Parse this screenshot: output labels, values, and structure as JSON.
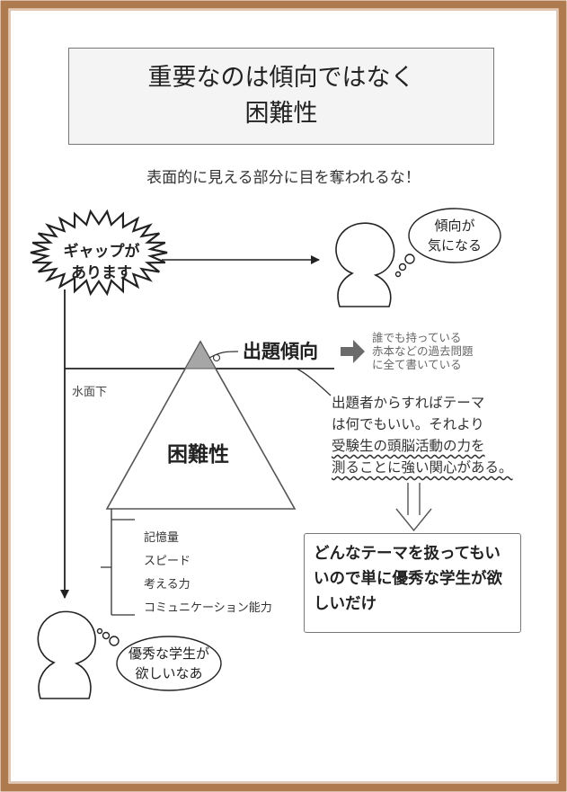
{
  "title": {
    "line1": "重要なのは傾向ではなく",
    "line2": "困難性"
  },
  "subtitle": "表面的に見える部分に目を奪われるな！",
  "gap_burst": {
    "line1": "ギャップが",
    "line2": "あります"
  },
  "top_thought": {
    "line1": "傾向が",
    "line2": "気になる"
  },
  "exam_tendency_label": "出題傾向",
  "tendency_note": {
    "line1": "誰でも持っている",
    "line2": "赤本などの過去問題",
    "line3": "に全て書いている"
  },
  "underwater_label": "水面下",
  "difficulty_label": "困難性",
  "examiner_note": {
    "line1": "出題者からすればテーマ",
    "line2": "は何でもいい。それより",
    "line3": "受験生の頭脳活動の力を",
    "line4": "測ることに強い関心がある。"
  },
  "conclusion": "どんなテーマを扱ってもいいので単に優秀な学生が欲しいだけ",
  "abilities": [
    "記憶量",
    "スピード",
    "考える力",
    "コミュニケーション能力"
  ],
  "bottom_thought": {
    "line1": "優秀な学生が",
    "line2": "欲しいなあ"
  },
  "colors": {
    "frame": "#b07a4f",
    "iceberg_tip": "#a6a6a6",
    "arrow_gray": "#6b6b6b"
  }
}
